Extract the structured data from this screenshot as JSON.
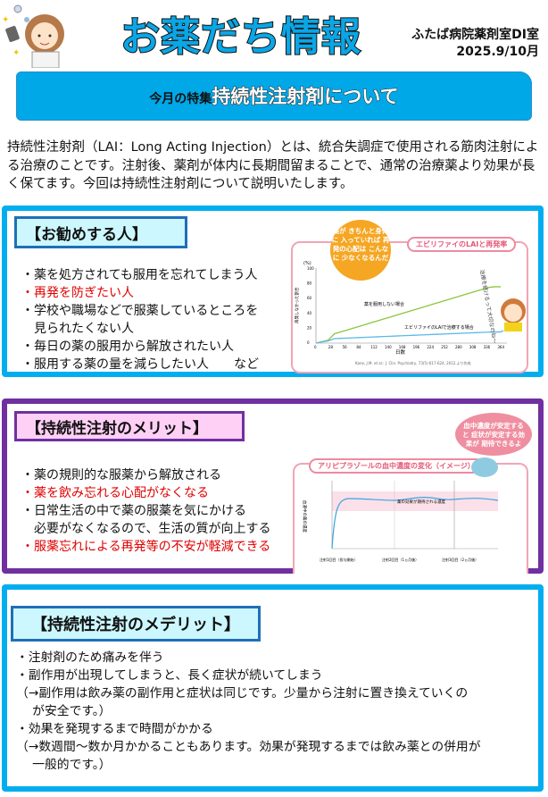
{
  "header": {
    "title": "お薬だち情報",
    "org": "ふたば病院薬剤室DI室",
    "date": "2025.9/10月"
  },
  "banner": {
    "prefix": "今月の特集",
    "topic": "持続性注射剤について"
  },
  "intro": "持続性注射剤（LAI：Long Acting Injection）とは、統合失調症で使用される筋肉注射による治療のことです。注射後、薬剤が体内に長期間留まることで、通常の治療薬より効果が長く保てます。今回は持続性注射剤について説明いたします。",
  "recommended": {
    "heading": "【お勧めする人】",
    "items": [
      {
        "text": "・薬を処方されても服用を忘れてしまう人",
        "red": false
      },
      {
        "text": "・再発を防ぎたい人",
        "red": true
      },
      {
        "text": "・学校や職場などで服薬しているところを",
        "red": false
      },
      {
        "text": "　見られたくない人",
        "red": false
      },
      {
        "text": "・毎日の薬の服用から解放されたい人",
        "red": false
      },
      {
        "text": "・服用する薬の量を減らしたい人　　など",
        "red": false
      }
    ],
    "chart": {
      "tag": "エビリファイのLAIと再発率",
      "bubble": "薬が きちんと身体に 入っていれば 再発の心配は こんなに 少なくなるんだ",
      "y_unit": "(%)",
      "y_label": "再発しなかった割合",
      "x_label": "日数",
      "x_ticks": [
        "0",
        "28",
        "56",
        "84",
        "112",
        "140",
        "168",
        "196",
        "224",
        "252",
        "280",
        "308",
        "336",
        "364"
      ],
      "y_ticks": [
        "0",
        "20",
        "40",
        "60",
        "80",
        "100"
      ],
      "series_a": "薬を服用しない場合",
      "series_b": "エビリファイのLAIで治療する場合",
      "handwritten": "治療を続けるって大切なのね〜",
      "citation": "Kane, J.M. et al.: J. Clin. Psychiatry, 73(5):617-624, 2012.より作成"
    }
  },
  "merit": {
    "heading": "【持続性注射のメリット】",
    "items": [
      {
        "text": "・薬の規則的な服薬から解放される",
        "red": false
      },
      {
        "text": "・薬を飲み忘れる心配がなくなる",
        "red": true
      },
      {
        "text": "・日常生活の中で薬の服薬を気にかける",
        "red": false
      },
      {
        "text": "　必要がなくなるので、生活の質が向上する",
        "red": false
      },
      {
        "text": "・服薬忘れによる再発等の不安が軽減できる",
        "red": true
      }
    ],
    "chart": {
      "tag": "アリピプラゾールの血中濃度の変化（イメージ）",
      "bubble": "血中濃度が安定すると 症状が安定する効果が 期待できるよ",
      "y_label": "血液中の薬の濃度",
      "band": "薬の効果が期待される濃度",
      "marks": [
        "注射1回目（投与開始）",
        "注射2回目（1ヵ月後）",
        "注射3回目（2ヵ月後）"
      ]
    }
  },
  "demerit": {
    "heading": "【持続性注射のメデリット】",
    "items": [
      "・注射剤のため痛みを伴う",
      "・副作用が出現してしまうと、長く症状が続いてしまう",
      "（→副作用は飲み薬の副作用と症状は同じです。少量から注射に置き換えていくの",
      "　 が安全です。）",
      "・効果を発現するまで時間がかかる",
      "（→数週間～数か月かかることもあります。効果が発現するまでは飲み薬との併用が",
      "　 一般的です。）"
    ]
  },
  "colors": {
    "blue": "#00aeef",
    "purple": "#7030a0",
    "red": "#e00000",
    "green": "#8cc63f",
    "line_blue": "#5bb8e8"
  }
}
